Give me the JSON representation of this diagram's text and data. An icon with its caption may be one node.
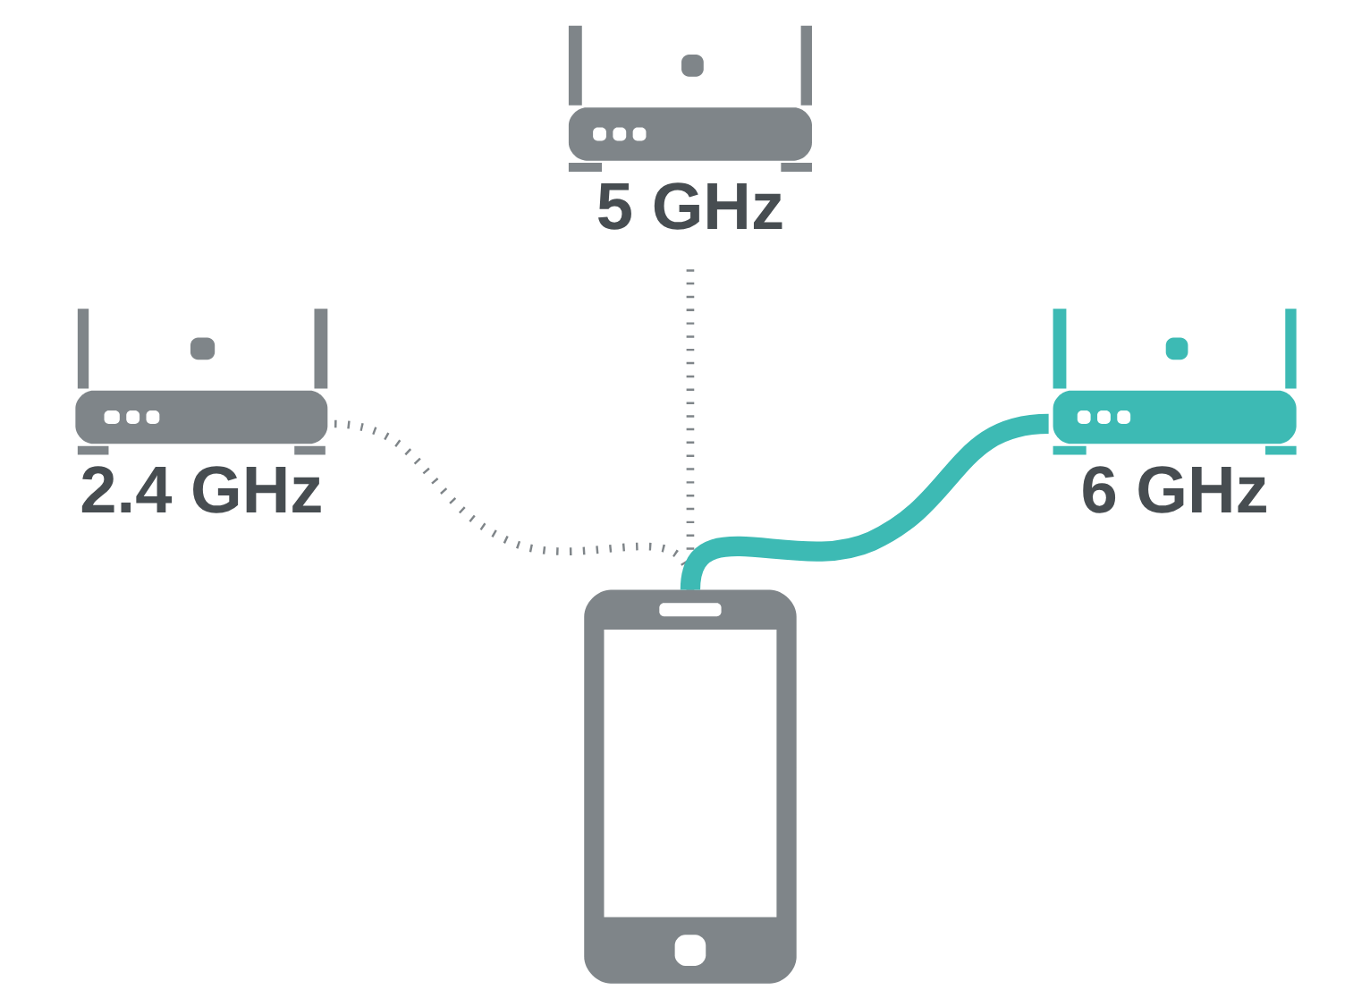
{
  "diagram": {
    "nodes": [
      {
        "text": [
          "5 GHz"
        ]
      },
      {
        "text": [
          "2.4 GHz"
        ]
      },
      {
        "text": [
          "6 GHz"
        ]
      },
      {
        "text": [],
        "shape": "picture"
      }
    ],
    "edges": [
      {
        "from": 3,
        "to": 1,
        "arrow": "none",
        "style": "dashed"
      },
      {
        "from": 3,
        "to": 0,
        "arrow": "none",
        "style": "dashed"
      },
      {
        "from": 3,
        "to": 2,
        "arrow": "none",
        "style": "thick",
        "color": "#3dbab4"
      }
    ]
  }
}
